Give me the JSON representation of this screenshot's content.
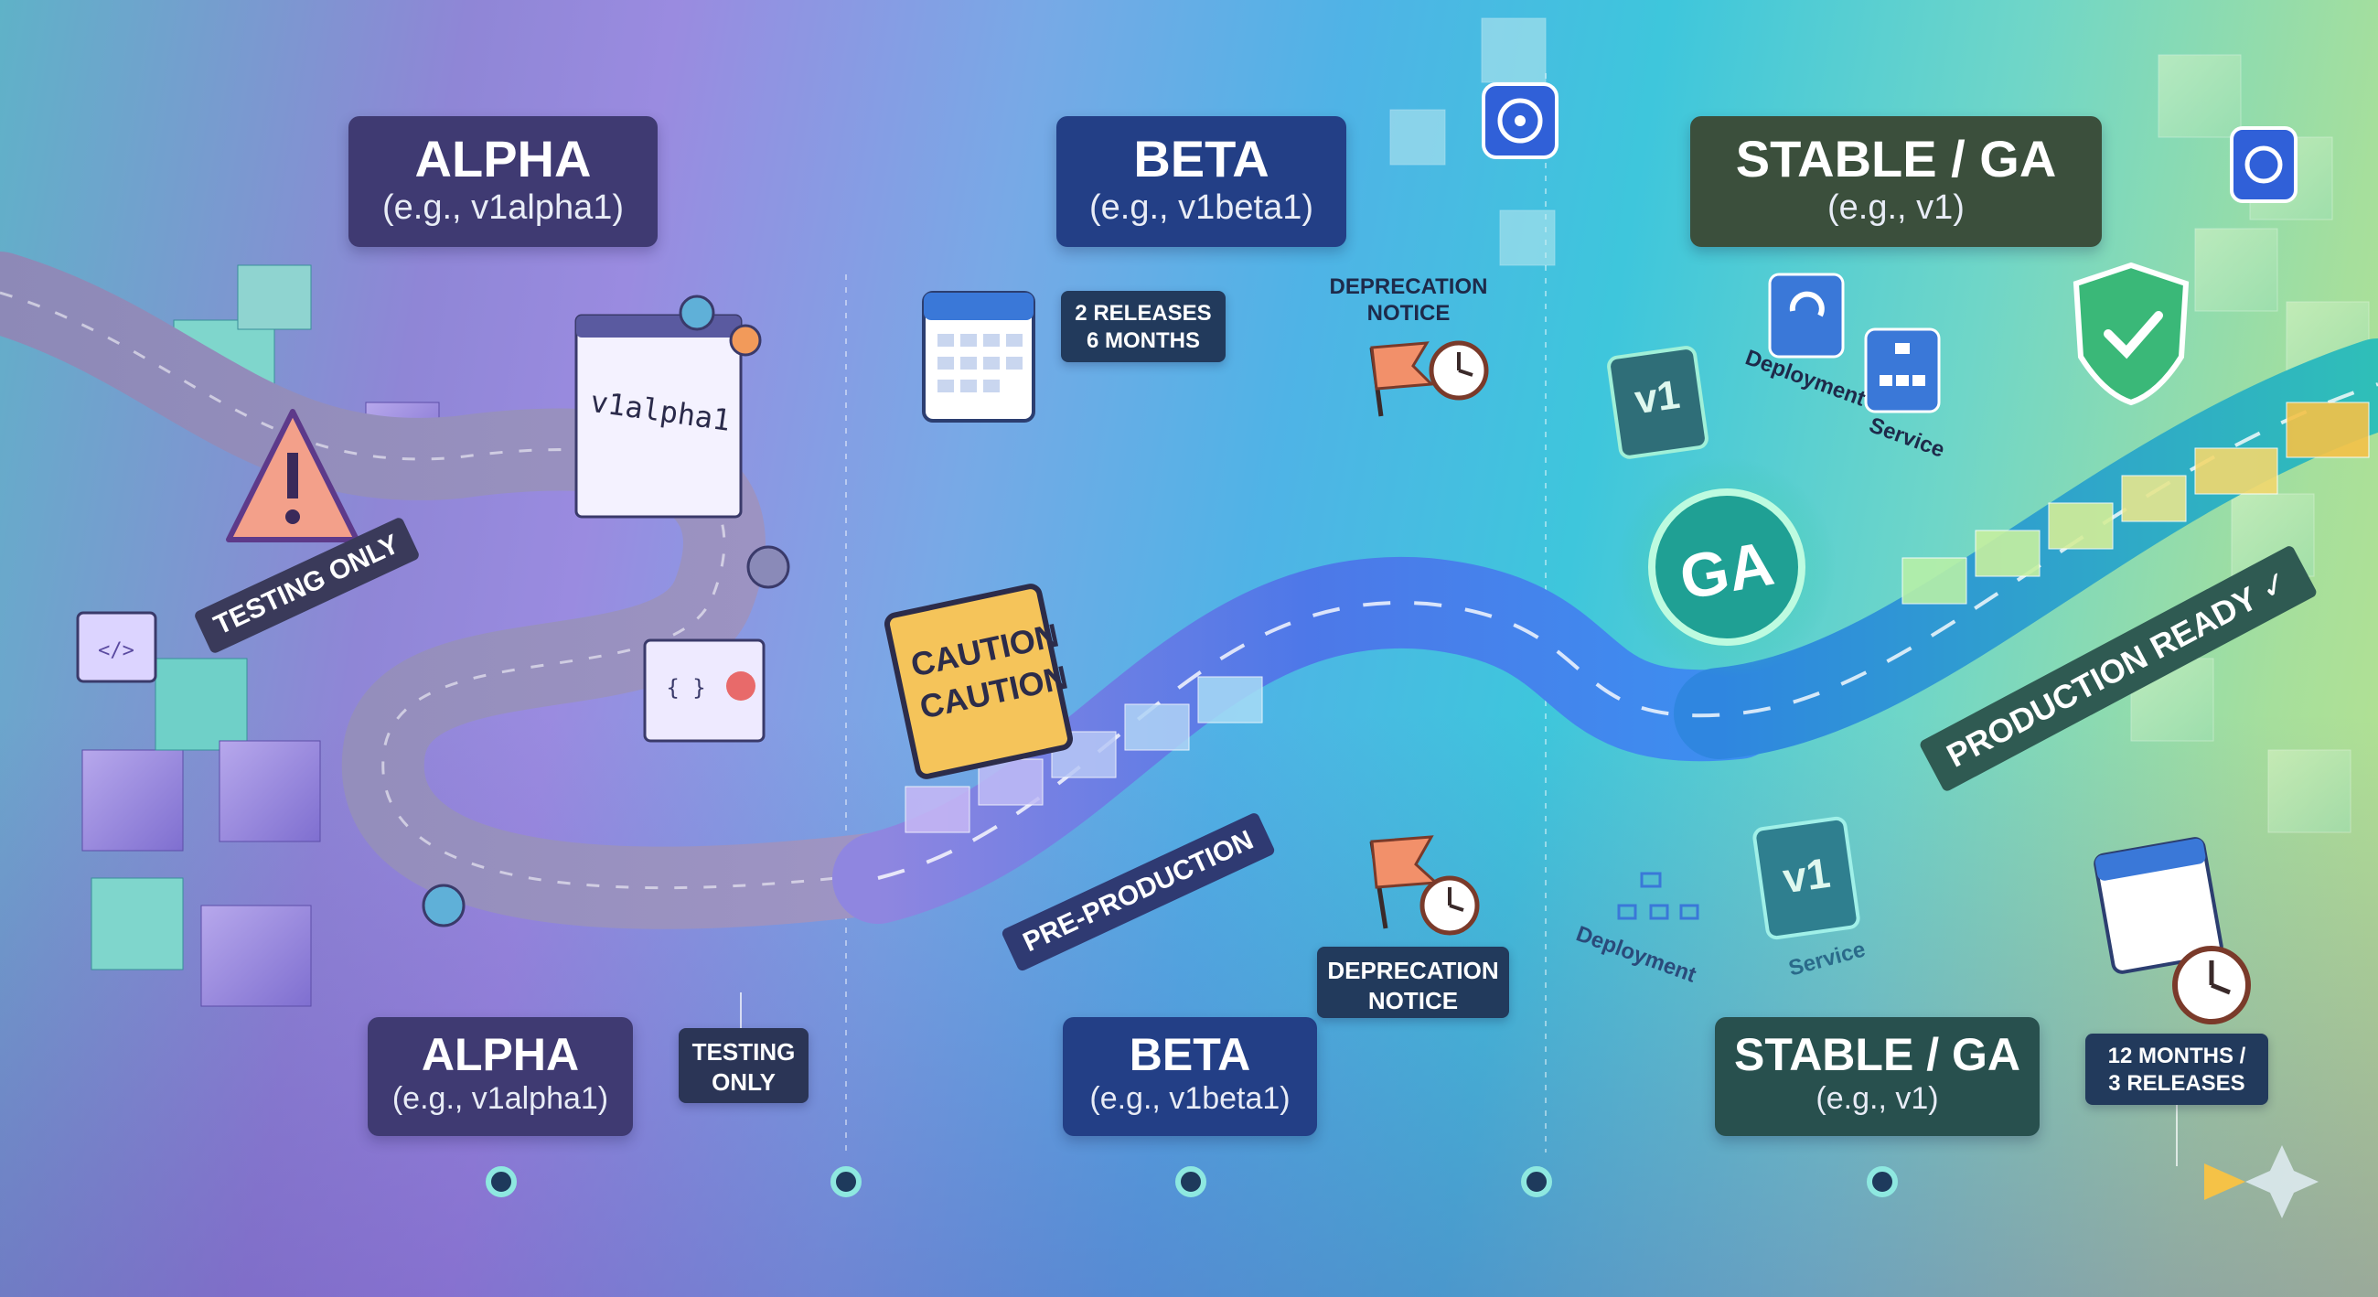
{
  "stages_top": [
    {
      "title": "ALPHA",
      "subtitle": "(e.g., v1alpha1)"
    },
    {
      "title": "BETA",
      "subtitle": "(e.g., v1beta1)"
    },
    {
      "title": "STABLE / GA",
      "subtitle": "(e.g., v1)"
    }
  ],
  "stages_bottom": [
    {
      "title": "ALPHA",
      "subtitle": "(e.g., v1alpha1)"
    },
    {
      "title": "BETA",
      "subtitle": "(e.g., v1beta1)"
    },
    {
      "title": "STABLE / GA",
      "subtitle": "(e.g., v1)"
    }
  ],
  "notes": {
    "testing_only_sign": "TESTING ONLY",
    "testing_only_tag_1": "TESTING",
    "testing_only_tag_2": "ONLY",
    "alpha_window": "v1alpha1",
    "beta_releases_1": "2 RELEASES",
    "beta_releases_2": "6 MONTHS",
    "deprecation_top_1": "DEPRECATION",
    "deprecation_top_2": "NOTICE",
    "deprecation_bottom_1": "DEPRECATION",
    "deprecation_bottom_2": "NOTICE",
    "caution_1": "CAUTION",
    "caution_2": "CAUTION",
    "pre_production": "PRE-PRODUCTION",
    "ga_badge": "GA",
    "v1_top": "v1",
    "v1_bottom": "v1",
    "deployment_top": "Deployment",
    "service_top": "Service",
    "deployment_bottom": "Deployment",
    "service_bottom": "Service",
    "production_ready": "PRODUCTION READY ✓",
    "stable_period_1": "12 MONTHS /",
    "stable_period_2": "3 RELEASES"
  },
  "colors": {
    "alpha_label": "#3f3a72",
    "beta_label": "#233f86",
    "stable_label": "#28504e",
    "stable_label_top": "#3b4f3c",
    "tag_dark": "#223a5c",
    "timeline_start": "#6fe0cc",
    "timeline_end": "#f5c247"
  },
  "icons": [
    "kubernetes-icon",
    "warning-icon",
    "calendar-icon",
    "clock-icon",
    "flag-icon",
    "shield-check-icon",
    "deployment-icon",
    "service-icon",
    "code-icon",
    "gear-icon",
    "sparkle-icon"
  ]
}
